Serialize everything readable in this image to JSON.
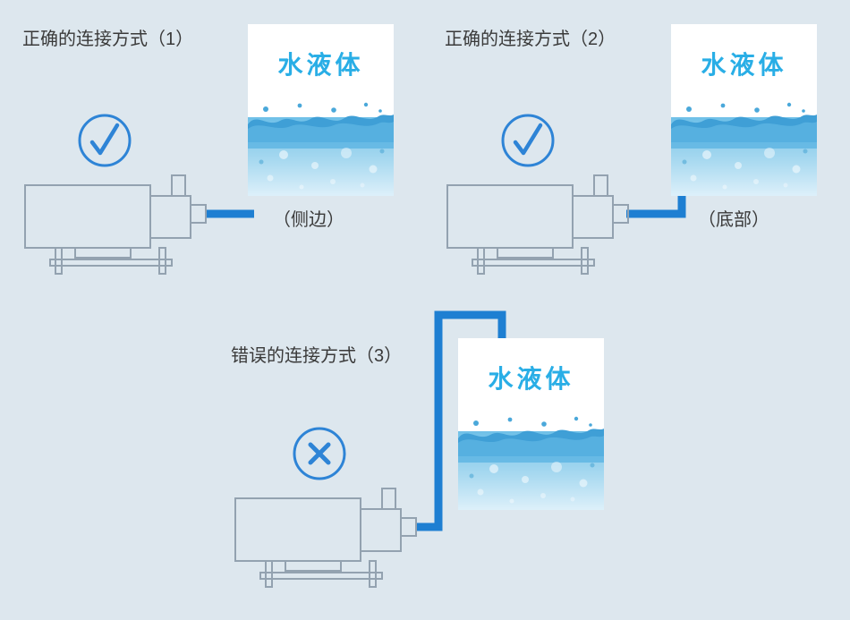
{
  "canvas": {
    "background": "#dde7ee",
    "kind": "pump-to-water-tank connection instruction diagram"
  },
  "colors": {
    "pipe_blue": "#1e7fd2",
    "mark_blue": "#2e84d6",
    "water_text_blue": "#29aee6",
    "device_outline_gray": "#93a2b0",
    "title_text": "#3a3a3a",
    "tank_white": "#ffffff"
  },
  "diagrams": [
    {
      "title": "正确的连接方式（1）",
      "mark": "check",
      "water_label": "水液体",
      "position_label": "（侧边）"
    },
    {
      "title": "正确的连接方式（2）",
      "mark": "check",
      "water_label": "水液体",
      "position_label": "（底部）"
    },
    {
      "title": "错误的连接方式（3）",
      "mark": "cross",
      "water_label": "水液体"
    }
  ]
}
